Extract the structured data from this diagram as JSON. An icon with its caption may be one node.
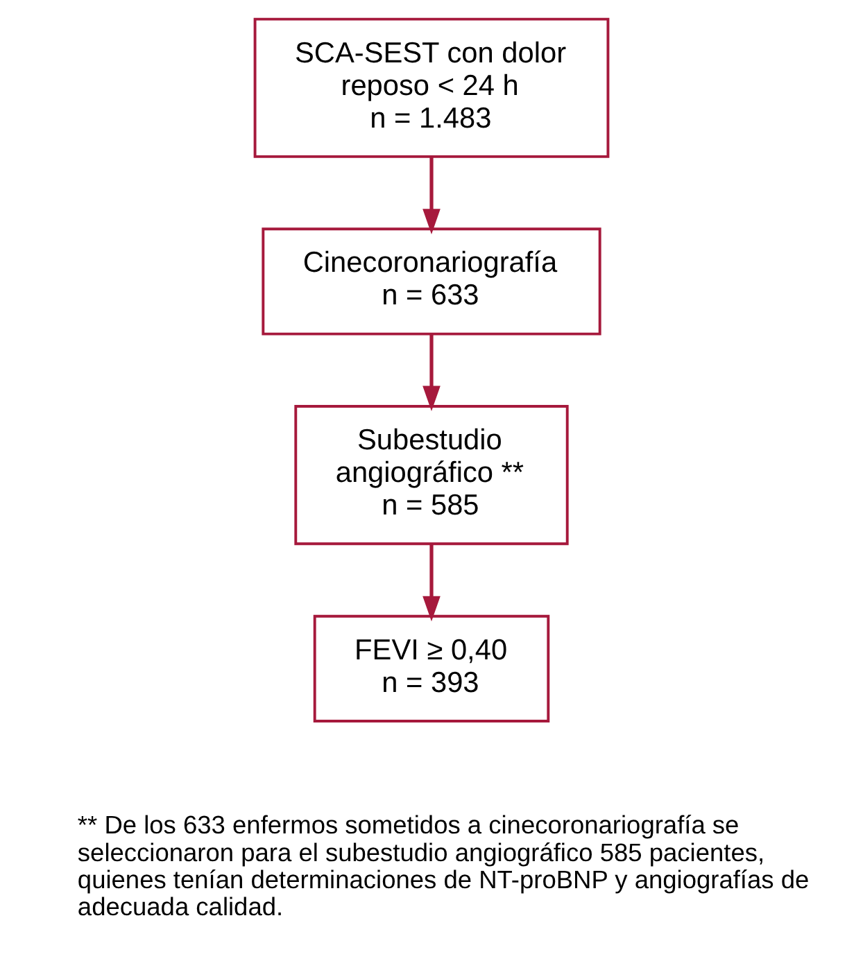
{
  "diagram": {
    "nodes": [
      {
        "text": [
          "SCA-SEST con dolor reposo < 24 h",
          "n = 1.483"
        ]
      },
      {
        "text": [
          "Cinecoronariografía",
          "n = 633"
        ]
      },
      {
        "text": [
          "Subestudio angiográfico **",
          "n = 585"
        ]
      },
      {
        "text": [
          "FEVI ≥ 0,40",
          "n = 393"
        ]
      }
    ],
    "edges": [
      {
        "from": 0,
        "to": 1,
        "arrow": "to"
      },
      {
        "from": 1,
        "to": 2,
        "arrow": "to"
      },
      {
        "from": 2,
        "to": 3,
        "arrow": "to"
      }
    ],
    "labels": [
      "** De los 633 enfermos sometidos a cinecoronariografía se seleccionaron para el subestudio angiográfico 585 pacientes, quienes tenían determinaciones de NT-proBNP y angiografías de adecuada calidad."
    ]
  }
}
